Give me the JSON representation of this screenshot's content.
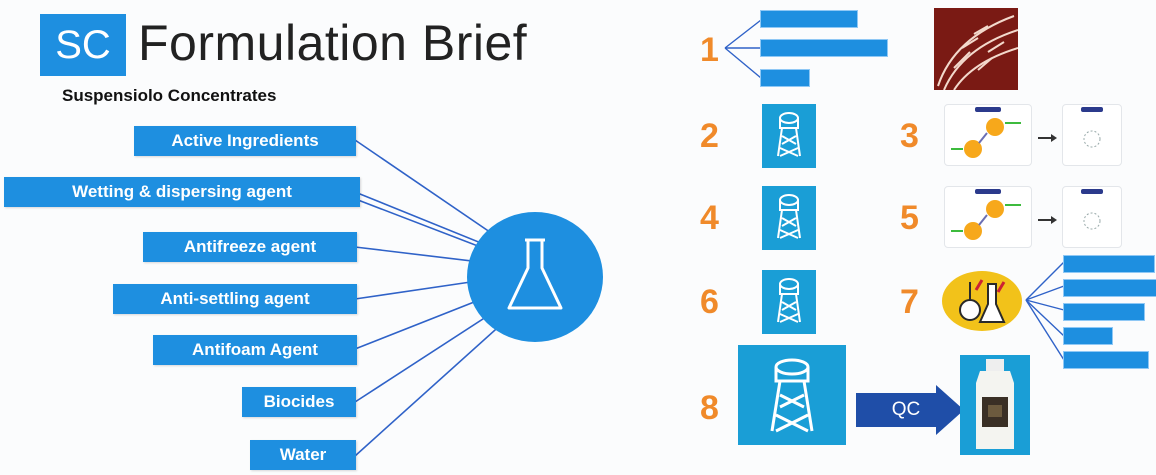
{
  "header": {
    "badge": "SC",
    "title": "Formulation Brief",
    "subtitle": "Suspensiolo Concentrates"
  },
  "ingredients": [
    "Active Ingredients",
    "Wetting & dispersing agent",
    "Antifreeze agent",
    "Anti-settling agent",
    "Antifoam Agent",
    "Biocides",
    "Water"
  ],
  "steps": {
    "numbers": [
      "1",
      "2",
      "3",
      "4",
      "5",
      "6",
      "7",
      "8"
    ],
    "qc_label": "QC"
  },
  "colors": {
    "primary_blue": "#1e8fe0",
    "tile_blue": "#1a9ed6",
    "step_orange": "#f08a2a",
    "arrow_navy": "#1f4ea8",
    "dark_red": "#7a1a14"
  },
  "icons": {
    "center": "flask-icon",
    "tower": "reactor-tower-icon",
    "reaction": "reaction-diagram-icon",
    "lab": "lab-glassware-icon",
    "texture": "red-texture-image",
    "product": "product-bottle-image"
  }
}
